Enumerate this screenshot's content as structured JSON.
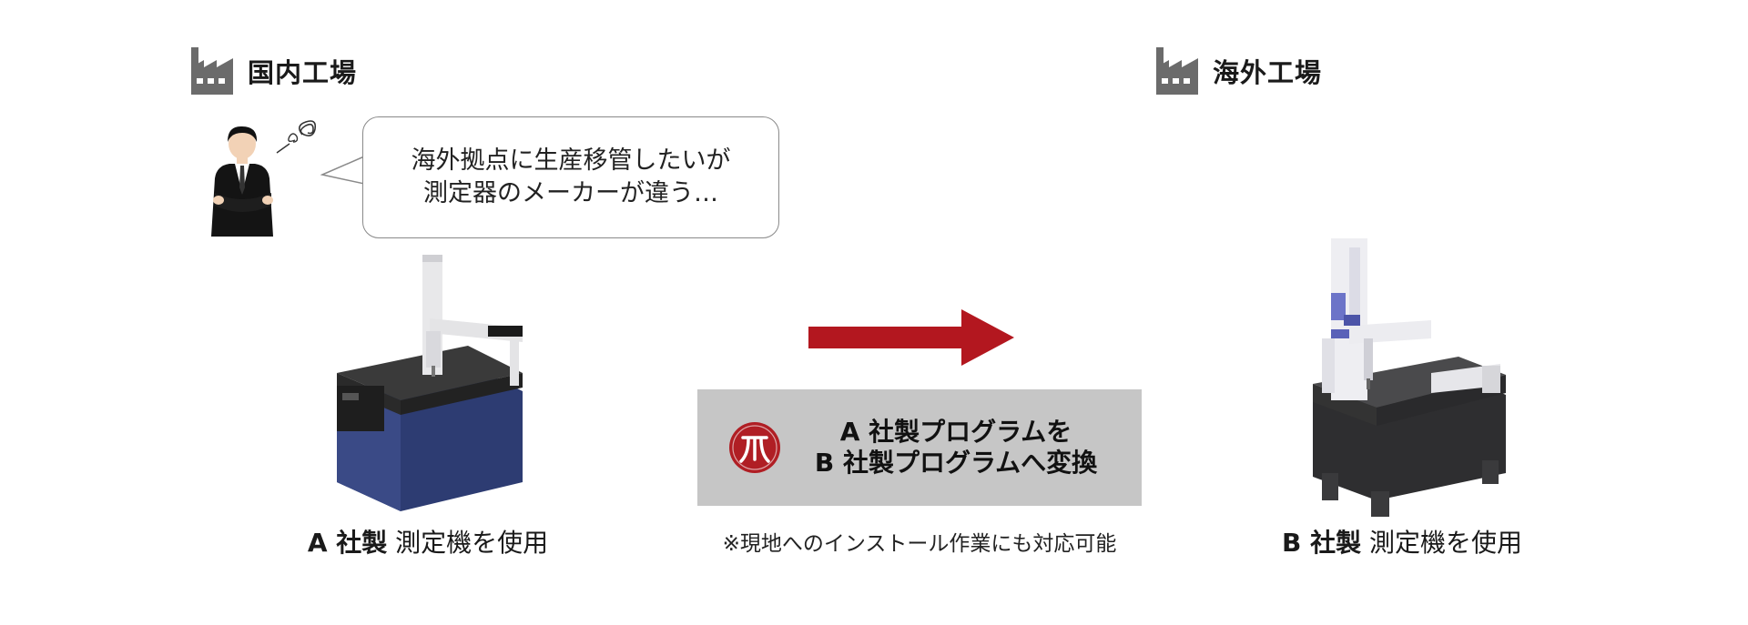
{
  "domestic_factory": {
    "title": "国内工場",
    "icon": "factory-icon"
  },
  "overseas_factory": {
    "title": "海外工場",
    "icon": "factory-icon"
  },
  "person": {
    "icon": "businessman-icon",
    "thought_icon": "worry-scribble-icon"
  },
  "speech_bubble": {
    "line1": "海外拠点に生産移管したいが",
    "line2": "測定器のメーカーが違う…"
  },
  "left_machine": {
    "icon": "coordinate-measuring-machine-a",
    "caption_maker": "A 社製",
    "caption_text": " 測定機を使用"
  },
  "right_machine": {
    "icon": "coordinate-measuring-machine-b",
    "caption_maker": "B 社製",
    "caption_text": " 測定機を使用"
  },
  "conversion": {
    "logo_icon": "company-logo-icon",
    "line1": "A 社製プログラムを",
    "line2": "B 社製プログラムへ変換",
    "note": "※現地へのインストール作業にも対応可能",
    "arrow_color": "#b3171f",
    "box_color": "#c6c6c6"
  }
}
